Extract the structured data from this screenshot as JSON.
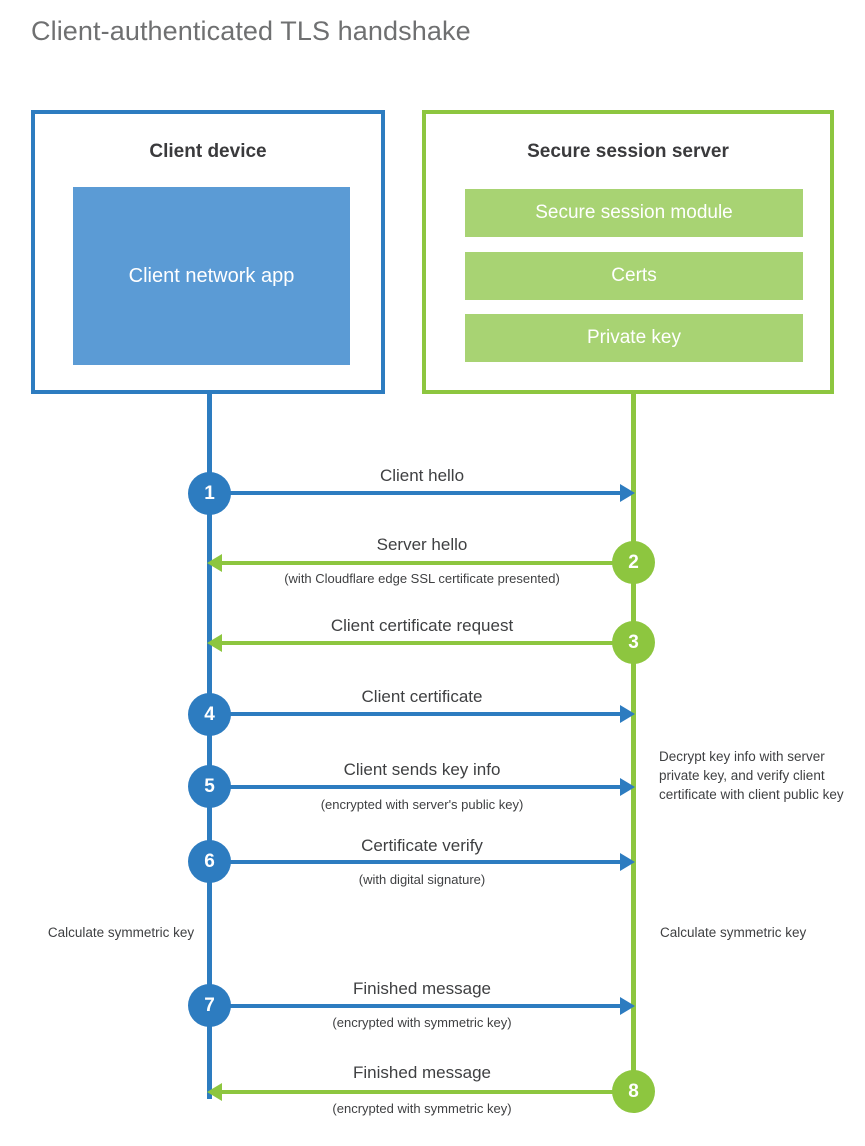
{
  "title": "Client-authenticated TLS handshake",
  "colors": {
    "client_blue": "#2d7cc0",
    "client_app_fill": "#5b9bd5",
    "server_green": "#8dc63f",
    "server_bar_fill": "#a8d373",
    "text_dark": "#3f4042",
    "title_gray": "#6f7071"
  },
  "client": {
    "title": "Client device",
    "app_label": "Client network app"
  },
  "server": {
    "title": "Secure session server",
    "bars": [
      {
        "label": "Secure session module"
      },
      {
        "label": "Certs"
      },
      {
        "label": "Private key"
      }
    ]
  },
  "steps": [
    {
      "number": "1",
      "actor": "client",
      "direction": "right",
      "label": "Client hello",
      "sublabel": ""
    },
    {
      "number": "2",
      "actor": "server",
      "direction": "left",
      "label": "Server hello",
      "sublabel": "(with Cloudflare edge SSL certificate presented)"
    },
    {
      "number": "3",
      "actor": "server",
      "direction": "left",
      "label": "Client certificate request",
      "sublabel": ""
    },
    {
      "number": "4",
      "actor": "client",
      "direction": "right",
      "label": "Client certificate",
      "sublabel": ""
    },
    {
      "number": "5",
      "actor": "client",
      "direction": "right",
      "label": "Client sends key info",
      "sublabel": "(encrypted with server's public key)"
    },
    {
      "number": "6",
      "actor": "client",
      "direction": "right",
      "label": "Certificate verify",
      "sublabel": "(with digital signature)"
    },
    {
      "number": "7",
      "actor": "client",
      "direction": "right",
      "label": "Finished message",
      "sublabel": "(encrypted with symmetric key)"
    },
    {
      "number": "8",
      "actor": "server",
      "direction": "left",
      "label": "Finished message",
      "sublabel": "(encrypted with symmetric key)"
    }
  ],
  "notes": {
    "server_decrypt": "Decrypt key info with server private key, and verify client certificate with client public key",
    "client_symmetric": "Calculate symmetric key",
    "server_symmetric": "Calculate symmetric key"
  }
}
